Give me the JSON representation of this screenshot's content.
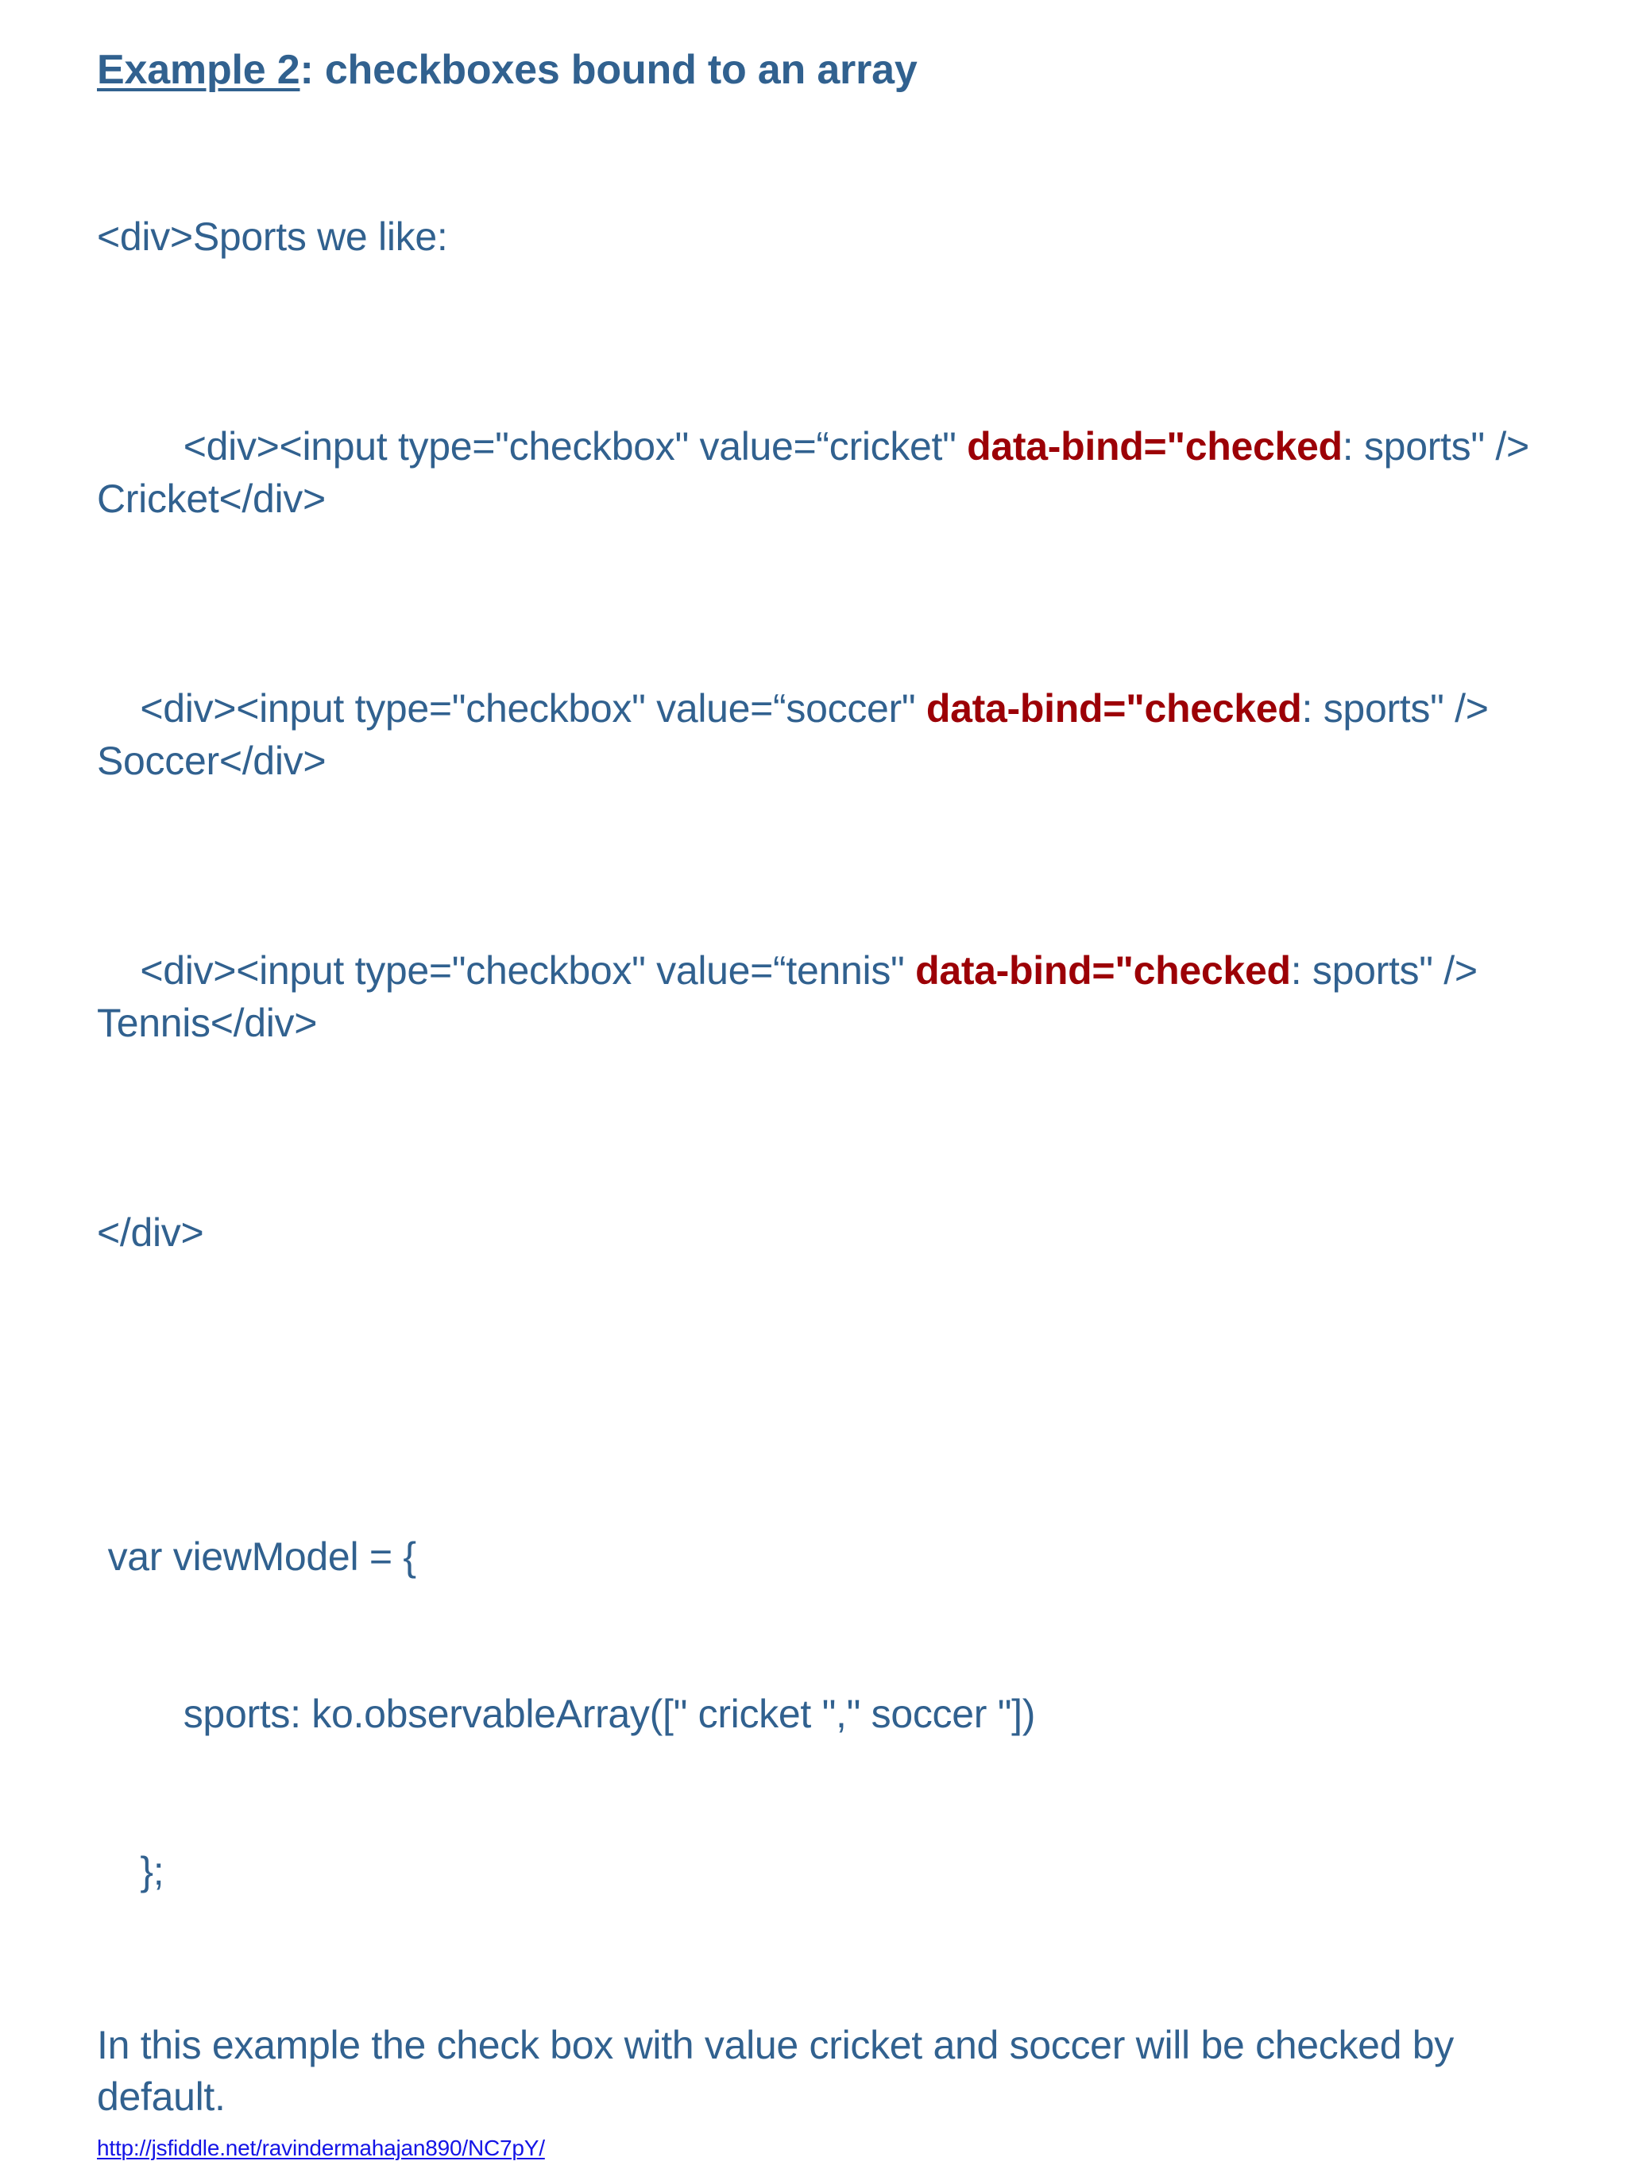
{
  "slide": {
    "background_color": "#ffffff",
    "text_color": "#31618F",
    "keyword_color": "#9C0006",
    "link_color": "#1414E6",
    "title": {
      "underlined_part": "Example 2",
      "rest": ": checkboxes bound to an array"
    },
    "code_block": {
      "line1": "<div>Sports we like:",
      "line2_indent": "        ",
      "line2_a": "<div><input type=\"checkbox\" value=“cricket\" ",
      "line2_kw_a": "data-",
      "line2_kw_b": "bind=\"checked",
      "line2_b": ": sports\" /> Cricket</div>",
      "line3_indent": "    ",
      "line3_a": "<div><input type=\"checkbox\" value=“soccer\" ",
      "line3_kw_a": "data-",
      "line3_kw_b": "bind=\"checked",
      "line3_b": ": sports\" /> Soccer</div>",
      "line4_indent": "    ",
      "line4_a": "<div><input type=\"checkbox\" value=“tennis\" ",
      "line4_kw_a": "data-",
      "line4_kw_b": "bind=\"checked",
      "line4_b": ": sports\" /> Tennis</div>",
      "line5": "</div>"
    },
    "viewmodel_block": {
      "line1": " var viewModel = {",
      "line2": "        sports: ko.observableArray([\" cricket \",\" soccer \"])",
      "line3": "    };"
    },
    "paragraph": "In this example the check box with value cricket and soccer will be checked by default.",
    "link": {
      "text": "http://jsfiddle.net/ravindermahajan890/NC7pY/"
    }
  }
}
